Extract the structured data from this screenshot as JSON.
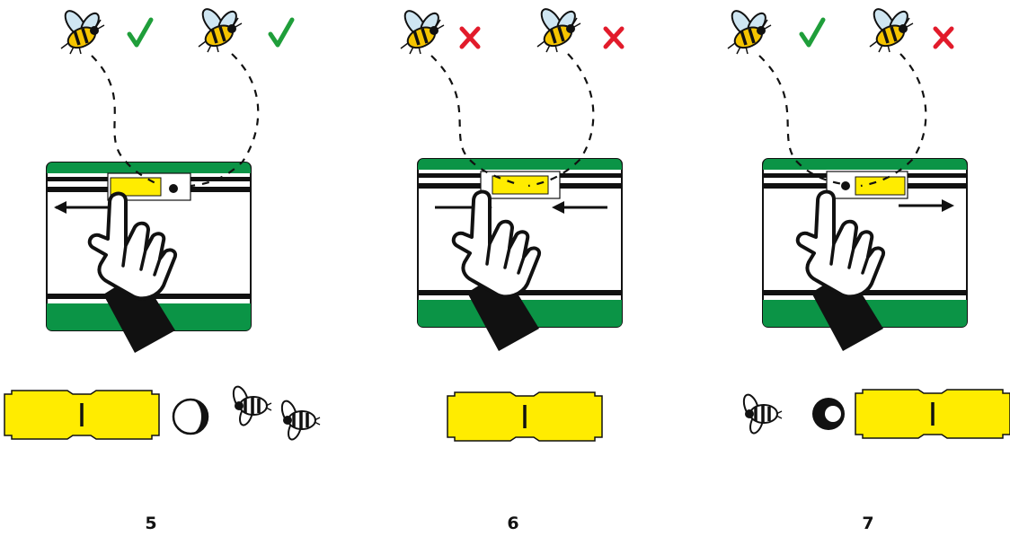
{
  "panels": [
    {
      "step": "5",
      "left_bee_result": "check",
      "right_bee_result": "check",
      "slide": "left"
    },
    {
      "step": "6",
      "left_bee_result": "cross",
      "right_bee_result": "cross",
      "slide": "center"
    },
    {
      "step": "7",
      "left_bee_result": "check",
      "right_bee_result": "cross",
      "slide": "right"
    }
  ],
  "colors": {
    "green": "#0b9446",
    "yellow": "#ffec00",
    "check": "#1f9e3a",
    "cross": "#e21b2b",
    "wing": "#cfe6f2",
    "bee_yellow": "#f5c400"
  },
  "icons": [
    "bee-icon",
    "check-icon",
    "cross-icon",
    "pointing-hand-icon",
    "arrow-icon",
    "circle-icon",
    "yellow-slider-icon"
  ]
}
